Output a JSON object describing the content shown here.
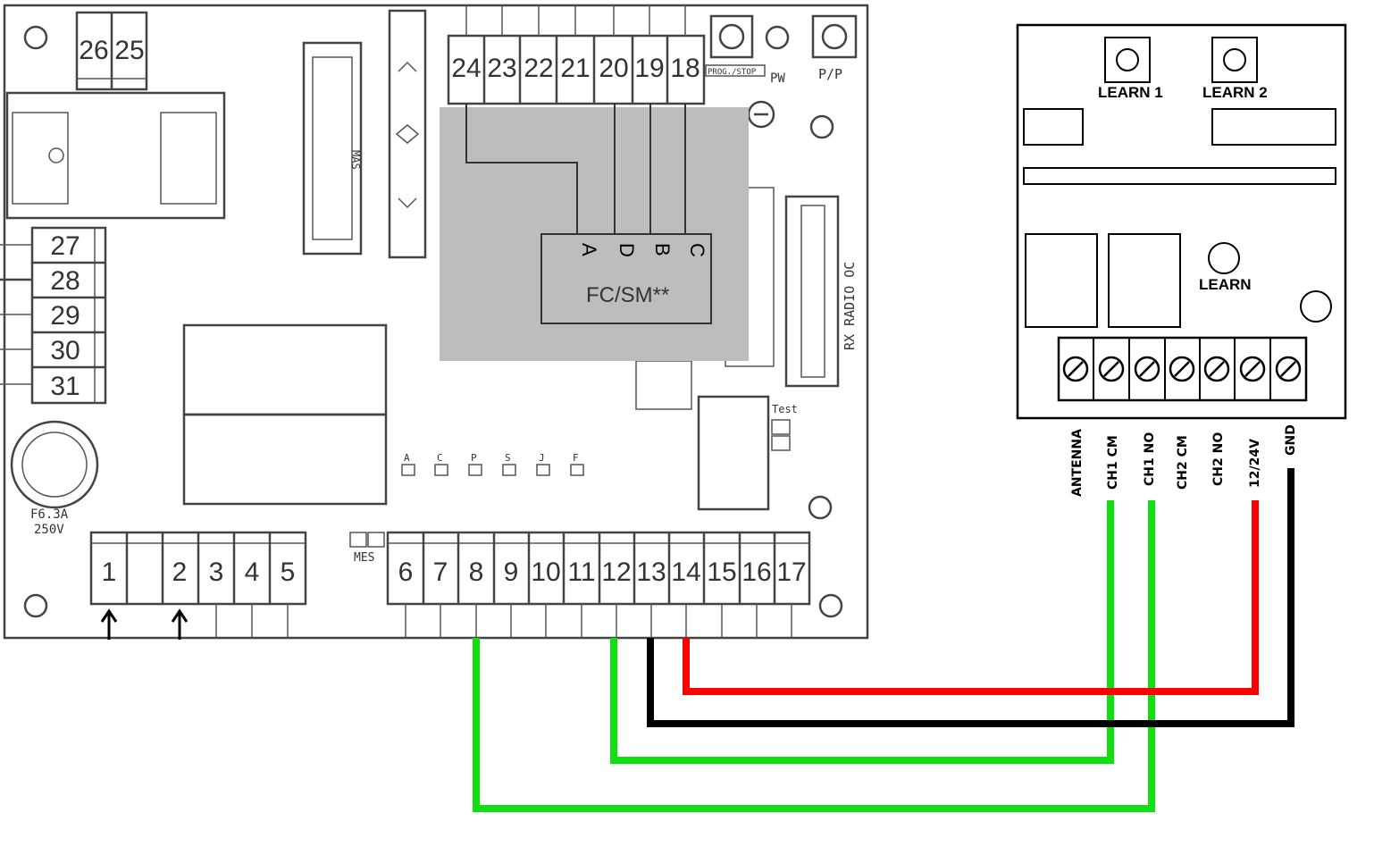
{
  "colors": {
    "green_wire": "#10e010",
    "red_wire": "#ff0000",
    "black_wire": "#000000",
    "shade": "#bdbdbd",
    "outline": "#444444"
  },
  "board": {
    "top_terminals": [
      "26",
      "25"
    ],
    "top_right_terminals": [
      "24",
      "23",
      "22",
      "21",
      "20",
      "19",
      "18"
    ],
    "side_terminals": [
      "27",
      "28",
      "29",
      "30",
      "31"
    ],
    "bottom_left_terminals": [
      "1",
      "",
      "2",
      "3",
      "4",
      "5"
    ],
    "bottom_right_terminals": [
      "6",
      "7",
      "8",
      "9",
      "10",
      "11",
      "12",
      "13",
      "14",
      "15",
      "16",
      "17"
    ],
    "mas_label": "MAS",
    "rx_label": "RX RADIO OC",
    "fuse_label_1": "F6.3A",
    "fuse_label_2": "250V",
    "mes_label": "MES",
    "test_label": "Test",
    "pp_label": "P/P",
    "pw_label": "PW",
    "prog_label": "PROG./STOP",
    "leds": [
      "A",
      "C",
      "P",
      "S",
      "J",
      "F"
    ],
    "fcsm_pins": [
      "A",
      "D",
      "B",
      "C"
    ],
    "fcsm_label": "FC/SM**"
  },
  "receiver": {
    "learn1": "LEARN 1",
    "learn2": "LEARN 2",
    "learn": "LEARN",
    "terminal_labels": [
      "ANTENNA",
      "CH1 CM",
      "CH1 NO",
      "CH2 CM",
      "CH2 NO",
      "12/24V",
      "GND"
    ]
  }
}
